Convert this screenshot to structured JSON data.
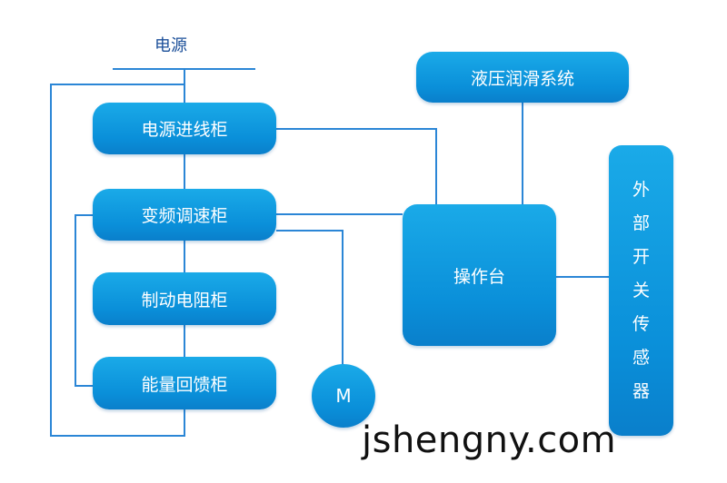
{
  "source_label": "电源",
  "boxes": {
    "incoming": "电源进线柜",
    "vfd": "变频调速柜",
    "brake": "制动电阻柜",
    "regen": "能量回馈柜",
    "hydraulic": "液压润滑系统",
    "console": "操作台",
    "sensors": [
      "外",
      "部",
      "开",
      "关",
      "传",
      "感",
      "器"
    ],
    "motor": "M"
  },
  "watermark": "jshengny.com",
  "colors": {
    "box": "#0a8fd9",
    "line": "#2b86d6",
    "title": "#1b4f99"
  }
}
